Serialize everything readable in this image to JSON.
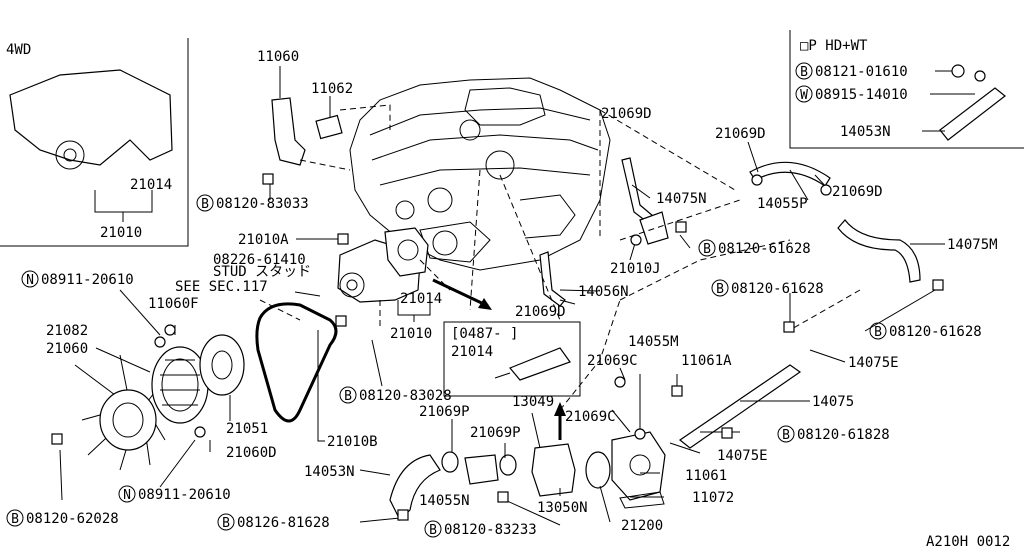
{
  "labels": {
    "4wd": "4WD",
    "pihd": "□P HD+WT",
    "p11060": "11060",
    "p11062": "11062",
    "p21069d_a": "21069D",
    "p21069d_b": "21069D",
    "p21069d_c": "21069D",
    "p21069d_d": "21069D",
    "p21014_a": "21014",
    "p21014_b": "21014",
    "p21010_a": "21010",
    "p21010_b": "21010",
    "p08121": "08121-01610",
    "p08915": "08915-14010",
    "p14053n_a": "14053N",
    "p14053n_b": "14053N",
    "p08120_83033": "08120-83033",
    "p14075n": "14075N",
    "p14055p": "14055P",
    "p21010a": "21010A",
    "p08120_61628_a": "08120-61628",
    "p08120_61628_b": "08120-61628",
    "p08120_61628_c": "08120-61628",
    "p14075m": "14075M",
    "p08226": "08226-61410",
    "p_stud": "STUD スタッド",
    "p21010j": "21010J",
    "p08911_20610_a": "08911-20610",
    "p_see": "SEE SEC.117",
    "p14056n": "14056N",
    "p11060f": "11060F",
    "p21082": "21082",
    "p21060": "21060",
    "p0487": "[0487-     ]",
    "p21014_c": "21014",
    "p14055m": "14055M",
    "p21069c_a": "21069C",
    "p21069c_b": "21069C",
    "p11061a": "11061A",
    "p14075e_a": "14075E",
    "p14075e_b": "14075E",
    "p08120_83028": "08120-83028",
    "p14075": "14075",
    "p21069p_a": "21069P",
    "p21069p_b": "21069P",
    "p13049": "13049",
    "p21051": "21051",
    "p21010b": "21010B",
    "p08120_61828": "08120-61828",
    "p21060d": "21060D",
    "p11061": "11061",
    "p14055n": "14055N",
    "p08911_20610_b": "08911-20610",
    "p13050n": "13050N",
    "p11072": "11072",
    "p08120_62028": "08120-62028",
    "p08126_81628": "08126-81628",
    "p08120_83233": "08120-83233",
    "p21200": "21200",
    "footer": "A210H 0012"
  },
  "badges": {
    "b": "B",
    "n": "N",
    "w": "W"
  }
}
